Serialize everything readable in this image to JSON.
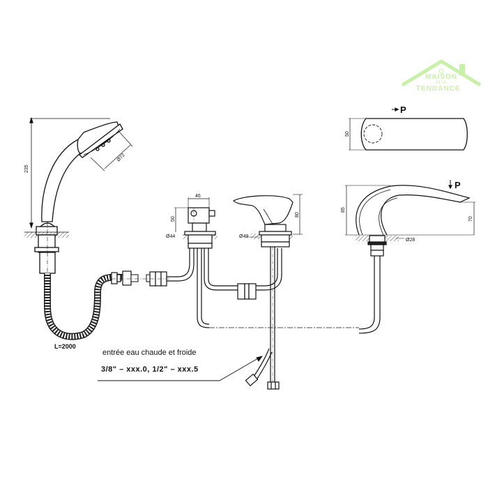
{
  "logo": {
    "line1": "MAISON",
    "line2": "DE LA",
    "line3": "TENDANCE",
    "color": "#c8f0a8"
  },
  "hand_shower": {
    "height_dim": "235",
    "head_diameter_dim": "Ø72",
    "hose_length": "L=2000"
  },
  "diverter": {
    "width_dim": "46",
    "height_dim": "50",
    "hole_dim": "Ø44"
  },
  "mixer": {
    "height_dim": "80",
    "hole_dim": "Ø49"
  },
  "spout_top": {
    "depth_dim": "50",
    "pressure_label": "P"
  },
  "spout_side": {
    "height_dim": "85",
    "outlet_height_dim": "70",
    "hole_dim": "Ø28",
    "pressure_label": "P"
  },
  "inlet_note": {
    "line1": "entrée eau chaude et froide",
    "line2": "3/8\" – xxx.0, 1/2\" – xxx.5"
  }
}
